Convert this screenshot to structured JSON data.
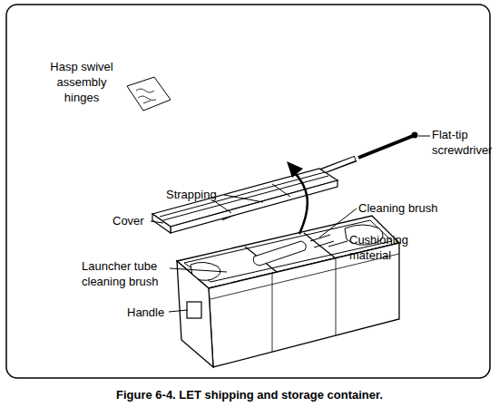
{
  "diagram": {
    "caption": "Figure 6-4. LET shipping and storage container.",
    "labels": [
      "Hasp swivel assembly hinges",
      "Flat-tip screwdriver",
      "Strapping",
      "Cleaning brush",
      "Cover",
      "Cushioning material",
      "Launcher tube cleaning brush",
      "Handle"
    ]
  }
}
